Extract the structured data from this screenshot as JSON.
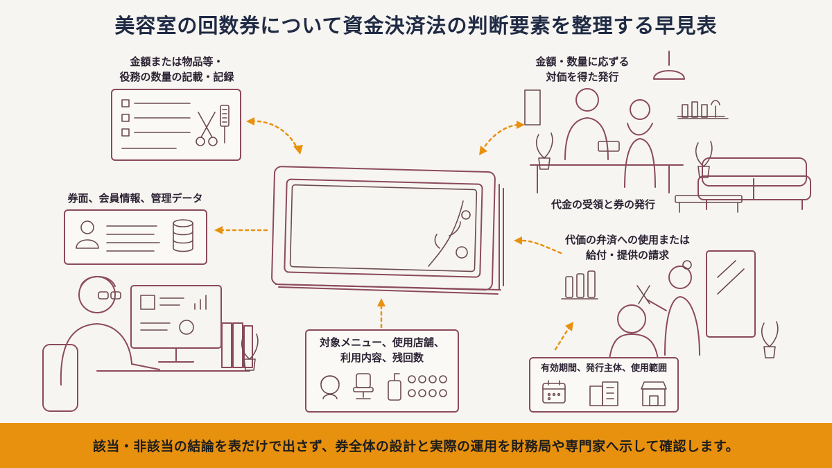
{
  "title": "美容室の回数券について資金決済法の判断要素を整理する早見表",
  "labels": {
    "amount_record": [
      "金額または物品等・",
      "役務の数量の記載・記録"
    ],
    "member_data": "券面、会員情報、管理データ",
    "issue_for_value": [
      "金額・数量に応ずる",
      "対価を得た発行"
    ],
    "receipt_issue": "代金の受領と券の発行",
    "usage_claim": [
      "代価の弁済への使用または",
      "給付・提供の請求"
    ],
    "menu_usage": [
      "対象メニュー、使用店舗、",
      "利用内容、残回数"
    ],
    "validity": "有効期間、発行主体、使用範囲"
  },
  "footer": "該当・非該当の結論を表だけで出さず、券全体の設計と実際の運用を財務局や専門家へ示して確認します。",
  "colors": {
    "accent": "#e8910f",
    "line": "#8b4a5c",
    "title": "#1f2a44",
    "background": "#f7f5f1"
  },
  "icons": [
    "checklist-icon",
    "scissors-icon",
    "comb-icon",
    "user-profile-icon",
    "database-icon",
    "ticket-stack-icon",
    "flower-icon",
    "office-worker-icon",
    "monitor-icon",
    "binders-icon",
    "plant-icon",
    "shop-counter-icon",
    "pendant-lamp-icon",
    "sofa-icon",
    "hairdresser-icon",
    "mirror-icon",
    "bottles-icon",
    "face-icon",
    "salon-chair-icon",
    "pump-bottle-icon",
    "dots-icon",
    "calendar-icon",
    "building-icon",
    "storefront-icon"
  ]
}
